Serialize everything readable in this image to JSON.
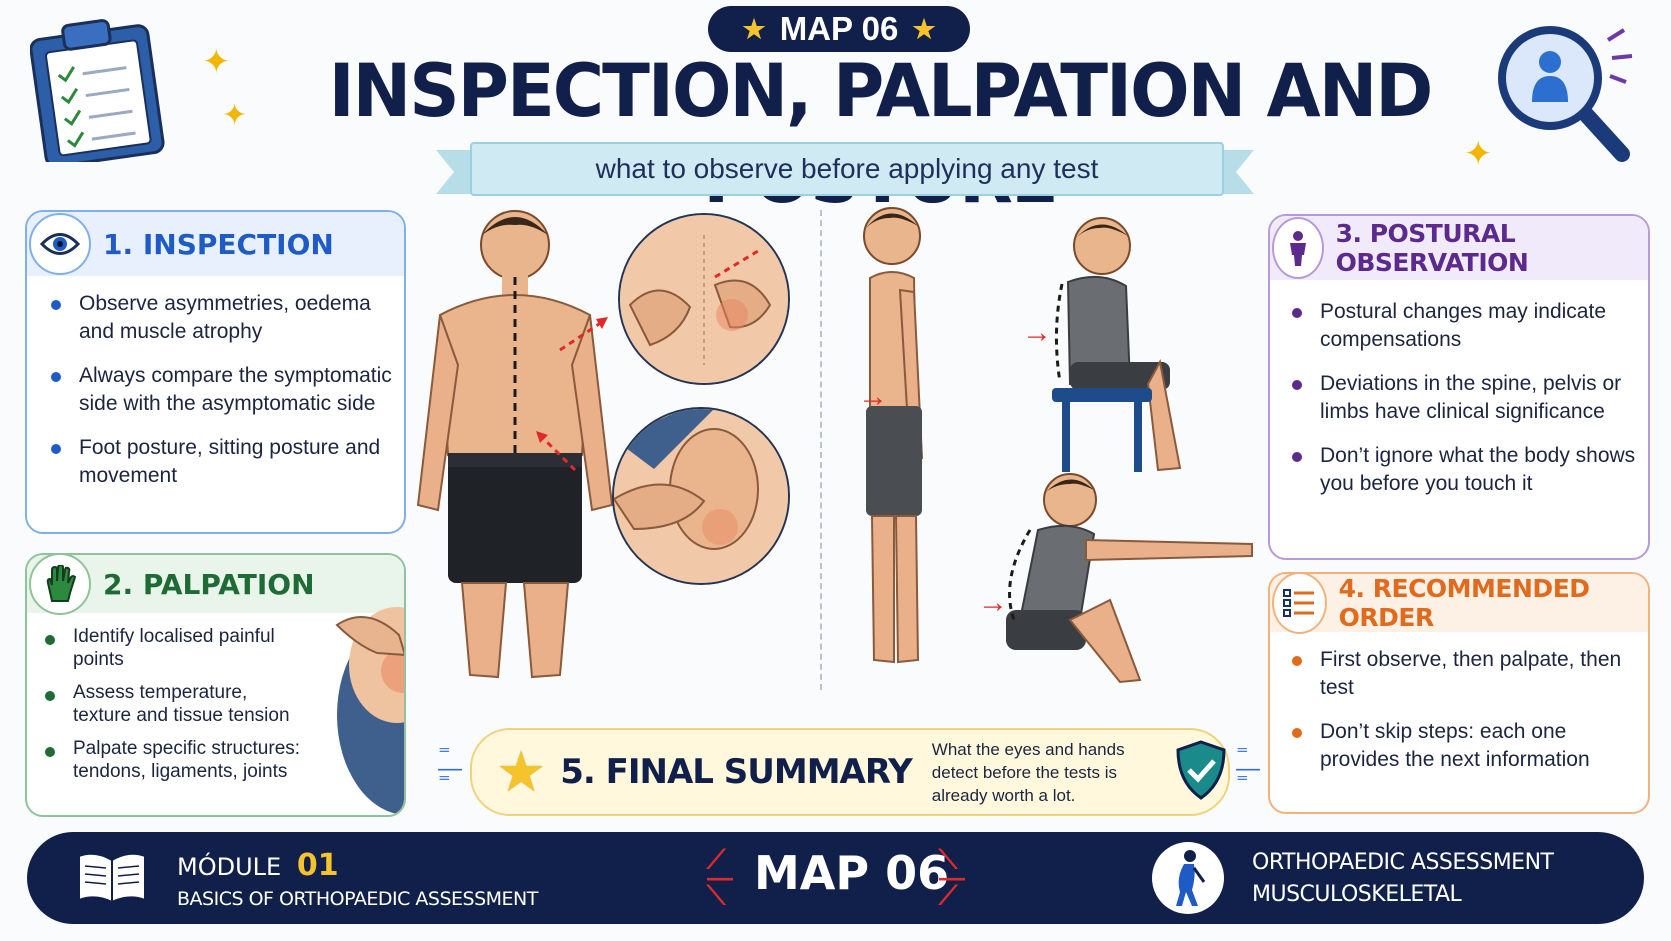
{
  "header": {
    "badge": "MAP 06",
    "title": "INSPECTION, PALPATION AND POSTURE",
    "subtitle": "what to observe before applying any test"
  },
  "sections": {
    "inspection": {
      "title": "1. INSPECTION",
      "icon": "eye-icon",
      "color": "#1e5bc6",
      "items": [
        "Observe asymmetries, oedema and muscle atrophy",
        "Always compare the symptomatic side with the asymptomatic side",
        "Foot posture, sitting posture and movement"
      ]
    },
    "palpation": {
      "title": "2. PALPATION",
      "icon": "hand-icon",
      "color": "#1f6b35",
      "items": [
        "Identify localised painful points",
        "Assess temperature, texture and tissue tension",
        "Palpate specific structures: tendons, ligaments, joints"
      ]
    },
    "postural": {
      "title": "3. POSTURAL OBSERVATION",
      "icon": "person-icon",
      "color": "#5b2a8c",
      "items": [
        "Postural changes may indicate compensations",
        "Deviations in the spine, pelvis or limbs have clinical significance",
        "Don’t ignore what the body shows you before you touch it"
      ]
    },
    "order": {
      "title": "4. RECOMMENDED ORDER",
      "icon": "list-icon",
      "color": "#e26a1c",
      "items": [
        "First observe, then palpate, then test",
        "Don’t skip steps: each one provides the next information"
      ]
    },
    "summary": {
      "title": "5. FINAL SUMMARY",
      "text": "What the eyes and hands detect before the tests is already worth a lot."
    }
  },
  "footer": {
    "module_label": "MÓDULE",
    "module_number": "01",
    "module_name": "BASICS OF ORTHOPAEDIC ASSESSMENT",
    "map": "MAP 06",
    "right_line1": "ORTHOPAEDIC ASSESSMENT",
    "right_line2": "MUSCULOSKELETAL"
  }
}
